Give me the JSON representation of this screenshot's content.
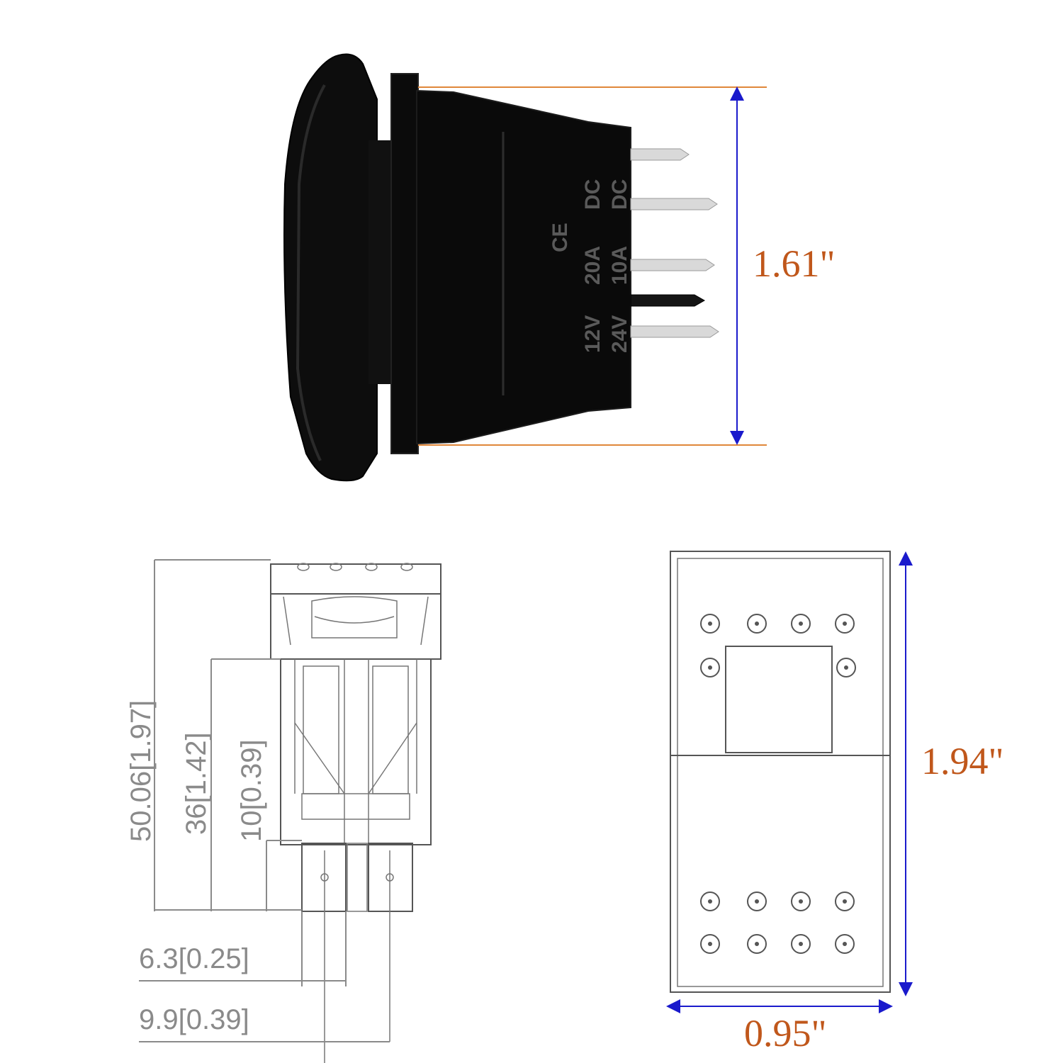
{
  "photo": {
    "height_label": "1.61\"",
    "markings": {
      "ce": "CE",
      "row1": [
        "12V",
        "20A",
        "DC"
      ],
      "row2": [
        "24V",
        "10A",
        "DC"
      ]
    }
  },
  "side_drawing": {
    "dims": {
      "total": "50.06[1.97]",
      "body": "36[1.42]",
      "terminal": "10[0.39]",
      "terminal_width": "6.3[0.25]",
      "terminal_pitch": "9.9[0.39]"
    }
  },
  "front_drawing": {
    "height_label": "1.94\"",
    "width_label": "0.95\""
  },
  "colors": {
    "dimension_text": "#c0571b",
    "guide_line": "#e0873a",
    "arrow": "#1a1acc",
    "switch_body": "#0a0a0a",
    "cad_text": "#8a8a8a"
  }
}
